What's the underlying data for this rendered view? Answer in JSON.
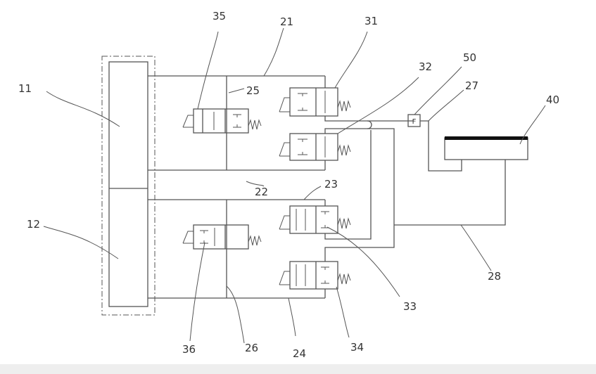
{
  "labels": {
    "l11": "11",
    "l12": "12",
    "l21": "21",
    "l22": "22",
    "l23": "23",
    "l24": "24",
    "l25": "25",
    "l26": "26",
    "l27": "27",
    "l28": "28",
    "l31": "31",
    "l32": "32",
    "l33": "33",
    "l34": "34",
    "l35": "35",
    "l36": "36",
    "l40": "40",
    "l50": "50"
  },
  "flow_meter_symbol": "F"
}
